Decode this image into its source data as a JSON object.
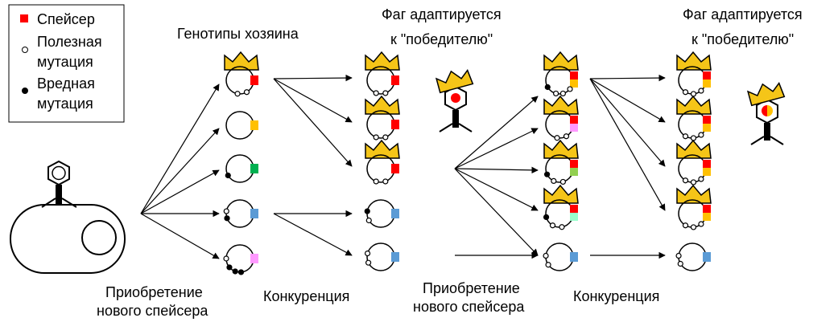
{
  "legend": {
    "spacer": "Спейсер",
    "beneficial_line1": "Полезная",
    "beneficial_line2": "мутация",
    "harmful_line1": "Вредная",
    "harmful_line2": "мутация"
  },
  "labels": {
    "host_genotypes": "Генотипы хозяина",
    "phage_adapts_1_line1": "Фаг адаптируется",
    "phage_adapts_1_line2": "к \"победителю\"",
    "phage_adapts_2_line1": "Фаг адаптируется",
    "phage_adapts_2_line2": "к \"победителю\"",
    "acquisition_1_line1": "Приобретение",
    "acquisition_1_line2": "нового спейсера",
    "acquisition_2_line1": "Приобретение",
    "acquisition_2_line2": "нового спейсера",
    "competition_1": "Конкуренция",
    "competition_2": "Конкуренция"
  },
  "colors": {
    "spacer_red": "#ff0000",
    "crown_gold": "#f5c518",
    "yellow": "#ffc000",
    "green": "#00b050",
    "blue": "#5b9bd5",
    "pink": "#ff99ff",
    "olive_green": "#92d050",
    "mint": "#99ffcc"
  }
}
